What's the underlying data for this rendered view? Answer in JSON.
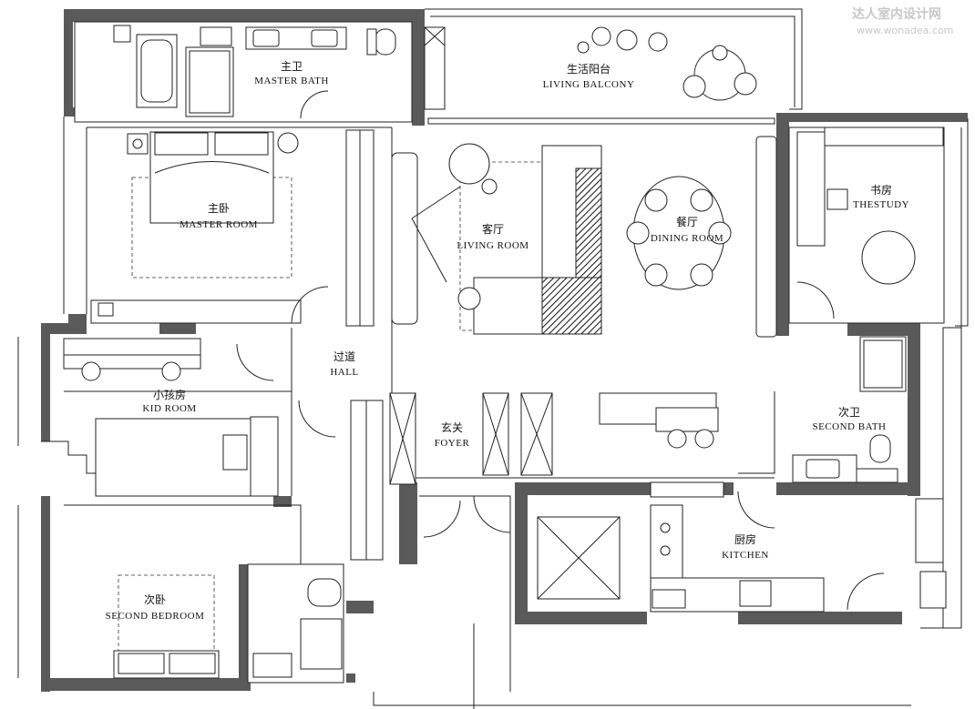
{
  "watermark": {
    "cn": "达人室内设计网",
    "url": "www.wonadea.com"
  },
  "rooms": {
    "master_bath": {
      "cn": "主卫",
      "en": "MASTER BATH"
    },
    "living_balcony": {
      "cn": "生活阳台",
      "en": "LIVING BALCONY"
    },
    "master_room": {
      "cn": "主卧",
      "en": "MASTER ROOM"
    },
    "living_room": {
      "cn": "客厅",
      "en": "LIVING ROOM"
    },
    "dining_room": {
      "cn": "餐厅",
      "en": "DINING ROOM"
    },
    "study": {
      "cn": "书房",
      "en": "THESTUDY"
    },
    "hall": {
      "cn": "过道",
      "en": "HALL"
    },
    "kid_room": {
      "cn": "小孩房",
      "en": "KID ROOM"
    },
    "foyer": {
      "cn": "玄关",
      "en": "FOYER"
    },
    "second_bath": {
      "cn": "次卫",
      "en": "SECOND BATH"
    },
    "kitchen": {
      "cn": "厨房",
      "en": "KITCHEN"
    },
    "second_bedroom": {
      "cn": "次卧",
      "en": "SECOND BEDROOM"
    }
  }
}
